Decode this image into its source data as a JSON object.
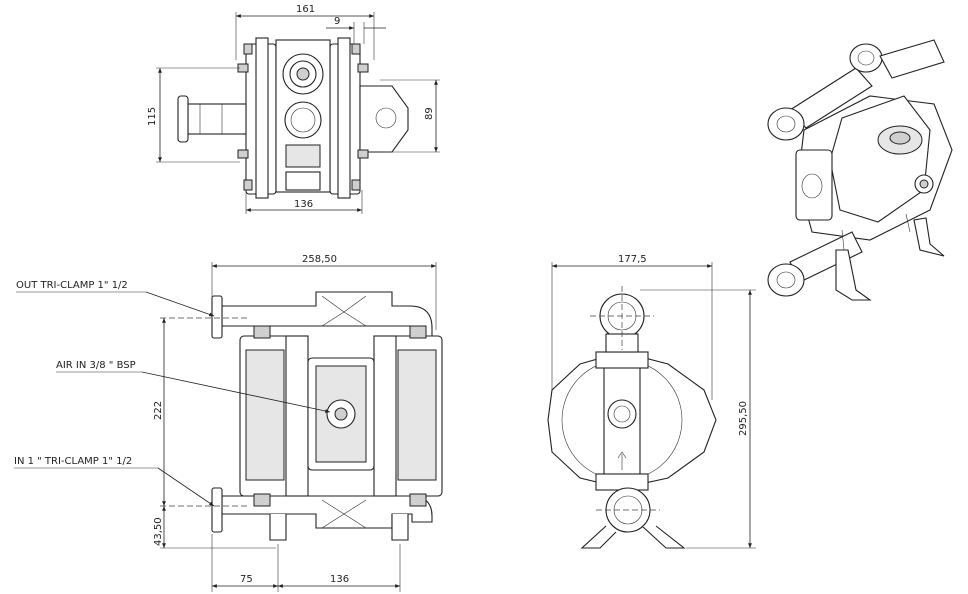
{
  "top_view": {
    "dim_width": "161",
    "dim_offset": "9",
    "dim_height": "115",
    "dim_right": "89",
    "dim_bottom": "136"
  },
  "front_view": {
    "dim_width": "258,50",
    "dim_height": "222",
    "dim_low": "43,50",
    "dim_left_offset": "75",
    "dim_base": "136",
    "callout_out": "OUT TRI-CLAMP 1\" 1/2",
    "callout_air": "AIR IN 3/8 \" BSP",
    "callout_in": "IN 1 \" TRI-CLAMP 1\" 1/2"
  },
  "side_view": {
    "dim_width": "177,5",
    "dim_height": "295,50"
  }
}
